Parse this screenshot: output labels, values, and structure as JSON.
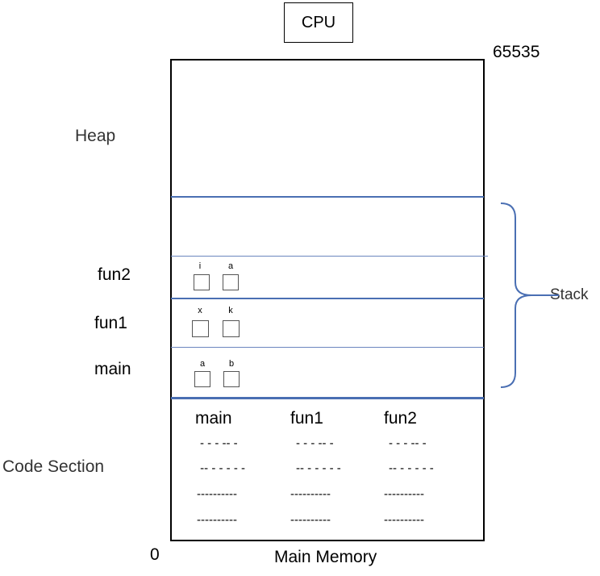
{
  "cpu_label": "CPU",
  "address_top": "65535",
  "address_bottom": "0",
  "memory_caption": "Main Memory",
  "regions": {
    "heap": "Heap",
    "stack": "Stack",
    "code_section": "Code Section"
  },
  "frames": [
    {
      "name": "fun2",
      "vars": [
        "i",
        "a"
      ]
    },
    {
      "name": "fun1",
      "vars": [
        "x",
        "k"
      ]
    },
    {
      "name": "main",
      "vars": [
        "a",
        "b"
      ]
    }
  ],
  "code_columns": [
    {
      "name": "main",
      "lines": [
        "- - - -- -",
        " -- - - - - -",
        "----------",
        "----------"
      ]
    },
    {
      "name": "fun1",
      "lines": [
        "- - - -- -",
        "-- - - - - -",
        "----------",
        "----------"
      ]
    },
    {
      "name": "fun2",
      "lines": [
        "- - - -- -",
        "-- - - - - -",
        "----------",
        "----------"
      ]
    }
  ],
  "colors": {
    "divider_thick": "#4a6fb3",
    "divider_thin": "#6b86bf",
    "brace": "#4a6fb3"
  }
}
